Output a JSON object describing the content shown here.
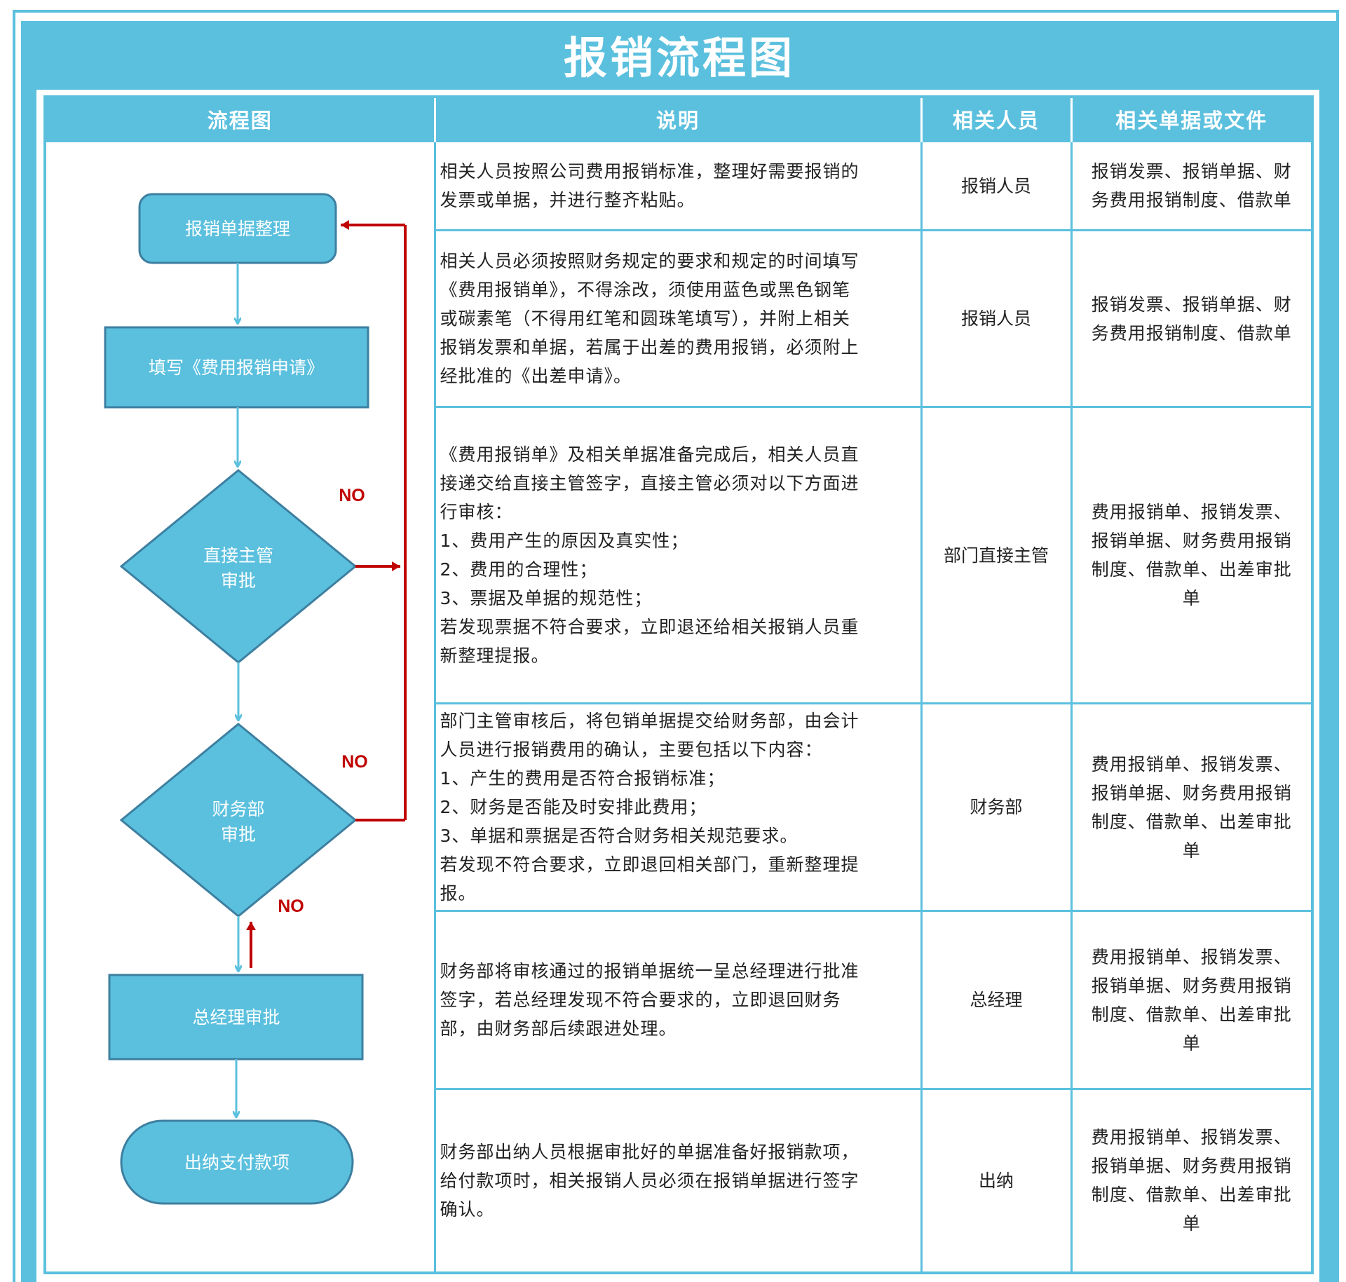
{
  "title": "报销流程图",
  "headers": [
    "流程图",
    "说明",
    "相关人员",
    "相关单据或文件"
  ],
  "flow": {
    "nodes": [
      {
        "label": "报销单据整理"
      },
      {
        "label": "填写《费用报销申请》"
      },
      {
        "lines": [
          "直接主管",
          "审批"
        ]
      },
      {
        "lines": [
          "财务部",
          "审批"
        ]
      },
      {
        "label": "总经理审批"
      },
      {
        "label": "出纳支付款项"
      }
    ],
    "no_label": "NO"
  },
  "rows": [
    {
      "desc": [
        "相关人员按照公司费用报销标准，整理好需要报销的",
        "发票或单据，并进行整齐粘贴。"
      ],
      "person": "报销人员",
      "docs": [
        "报销发票、报销单据、财",
        "务费用报销制度、借款单"
      ]
    },
    {
      "desc": [
        "相关人员必须按照财务规定的要求和规定的时间填写",
        "《费用报销单》，不得涂改，须使用蓝色或黑色钢笔",
        "或碳素笔（不得用红笔和圆珠笔填写），并附上相关",
        "报销发票和单据，若属于出差的费用报销，必须附上",
        "经批准的《出差申请》。"
      ],
      "person": "报销人员",
      "docs": [
        "报销发票、报销单据、财",
        "务费用报销制度、借款单"
      ]
    },
    {
      "desc": [
        "《费用报销单》及相关单据准备完成后，相关人员直",
        "接递交给直接主管签字，直接主管必须对以下方面进",
        "行审核：",
        "1、费用产生的原因及真实性；",
        "2、费用的合理性；",
        "3、票据及单据的规范性；",
        "若发现票据不符合要求，立即退还给相关报销人员重",
        "新整理提报。"
      ],
      "person": "部门直接主管",
      "docs": [
        "费用报销单、报销发票、",
        "报销单据、财务费用报销",
        "制度、借款单、出差审批",
        "单"
      ]
    },
    {
      "desc": [
        "部门主管审核后，将包销单据提交给财务部，由会计",
        "人员进行报销费用的确认，主要包括以下内容：",
        "1、产生的费用是否符合报销标准；",
        "2、财务是否能及时安排此费用；",
        "3、单据和票据是否符合财务相关规范要求。",
        "若发现不符合要求，立即退回相关部门，重新整理提",
        "报。"
      ],
      "person": "财务部",
      "docs": [
        "费用报销单、报销发票、",
        "报销单据、财务费用报销",
        "制度、借款单、出差审批",
        "单"
      ]
    },
    {
      "desc": [
        "财务部将审核通过的报销单据统一呈总经理进行批准",
        "签字，若总经理发现不符合要求的，立即退回财务",
        "部，由财务部后续跟进处理。"
      ],
      "person": "总经理",
      "docs": [
        "费用报销单、报销发票、",
        "报销单据、财务费用报销",
        "制度、借款单、出差审批",
        "单"
      ]
    },
    {
      "desc": [
        "财务部出纳人员根据审批好的单据准备好报销款项，",
        "给付款项时，相关报销人员必须在报销单据进行签字",
        "确认。"
      ],
      "person": "出纳",
      "docs": [
        "费用报销单、报销发票、",
        "报销单据、财务费用报销",
        "制度、借款单、出差审批",
        "单"
      ]
    }
  ],
  "colors": {
    "accent": "#5bc0de",
    "node_fill": "#5bc0de",
    "node_stroke": "#3d7fa0",
    "no_arrow": "#c00000"
  }
}
